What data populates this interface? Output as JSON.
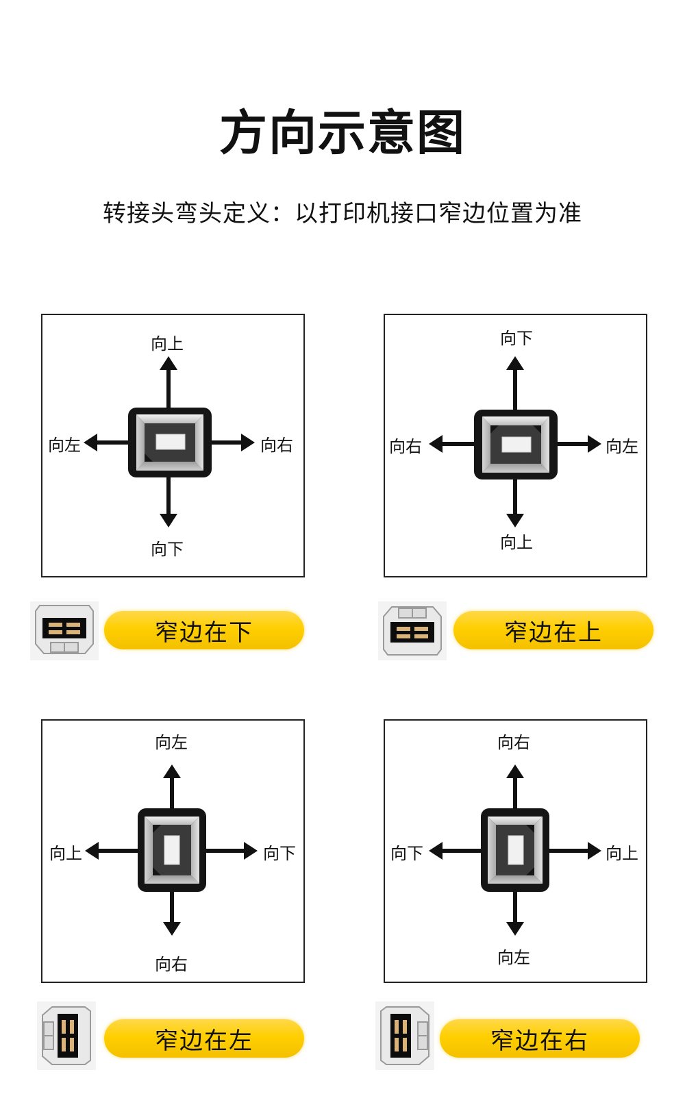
{
  "title": "方向示意图",
  "subtitle": "转接头弯头定义：以打印机接口窄边位置为准",
  "panels": [
    {
      "labels": {
        "top": "向上",
        "bottom": "向下",
        "left": "向左",
        "right": "向右"
      },
      "caption": "窄边在下"
    },
    {
      "labels": {
        "top": "向下",
        "bottom": "向上",
        "left": "向右",
        "right": "向左"
      },
      "caption": "窄边在上"
    },
    {
      "labels": {
        "top": "向左",
        "bottom": "向右",
        "left": "向上",
        "right": "向下"
      },
      "caption": "窄边在左"
    },
    {
      "labels": {
        "top": "向右",
        "bottom": "向左",
        "left": "向下",
        "right": "向上"
      },
      "caption": "窄边在右"
    }
  ],
  "colors": {
    "accent": "#FFD000",
    "ink": "#111111"
  },
  "icons": [
    "arrow-up-icon",
    "arrow-down-icon",
    "arrow-left-icon",
    "arrow-right-icon",
    "usb-b-port-icon"
  ]
}
